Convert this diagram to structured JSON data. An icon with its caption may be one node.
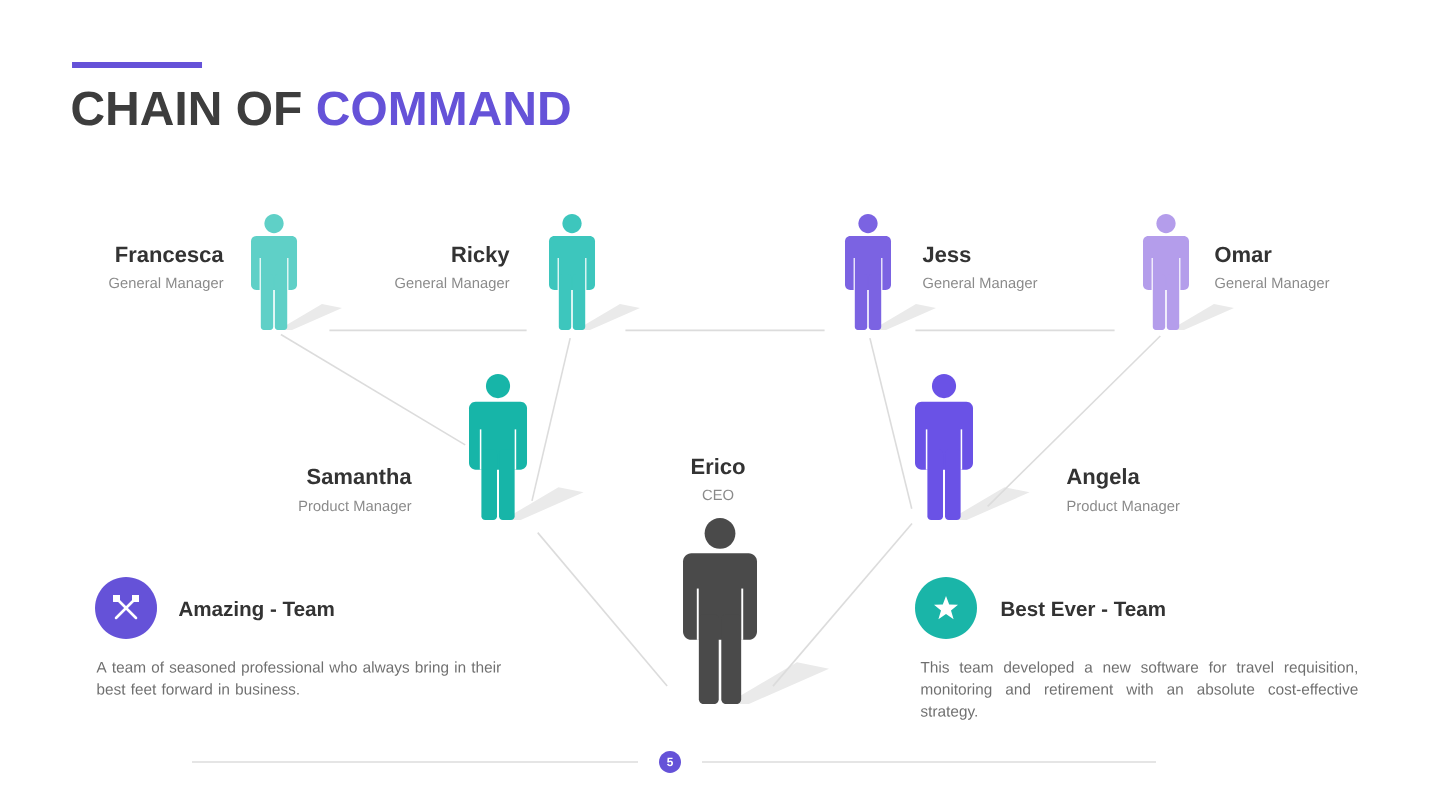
{
  "diagram": {
    "title": "CHAIN OF COMMAND",
    "nodes": [
      {
        "text": [],
        "shape": "person",
        "beside": [
          "Francesca",
          "General Manager"
        ]
      },
      {
        "text": [],
        "shape": "person",
        "beside": [
          "Ricky",
          "General Manager"
        ]
      },
      {
        "text": [],
        "shape": "person",
        "beside": [
          "Jess",
          "General Manager"
        ]
      },
      {
        "text": [],
        "shape": "person",
        "beside": [
          "Omar",
          "General Manager"
        ]
      },
      {
        "text": [],
        "shape": "person",
        "beside": [
          "Samantha",
          "Product Manager"
        ]
      },
      {
        "text": [],
        "shape": "person",
        "beside": [
          "Erico",
          "CEO"
        ]
      },
      {
        "text": [],
        "shape": "person",
        "beside": [
          "Angela",
          "Product Manager"
        ]
      }
    ],
    "edges": [
      {
        "from": 0,
        "to": 1,
        "arrow": "none"
      },
      {
        "from": 1,
        "to": 2,
        "arrow": "none"
      },
      {
        "from": 2,
        "to": 3,
        "arrow": "none"
      },
      {
        "from": 0,
        "to": 4,
        "arrow": "none"
      },
      {
        "from": 1,
        "to": 4,
        "arrow": "none"
      },
      {
        "from": 2,
        "to": 6,
        "arrow": "none"
      },
      {
        "from": 3,
        "to": 6,
        "arrow": "none"
      },
      {
        "from": 4,
        "to": 5,
        "arrow": "none"
      },
      {
        "from": 6,
        "to": 5,
        "arrow": "none"
      }
    ],
    "labels": [
      "Amazing - Team",
      "A team of seasoned professional who always bring in their best feet forward in business.",
      "Best Ever - Team",
      "This team developed a new software for travel requisition, monitoring and retirement with an absolute cost-effective strategy.",
      "5"
    ]
  }
}
